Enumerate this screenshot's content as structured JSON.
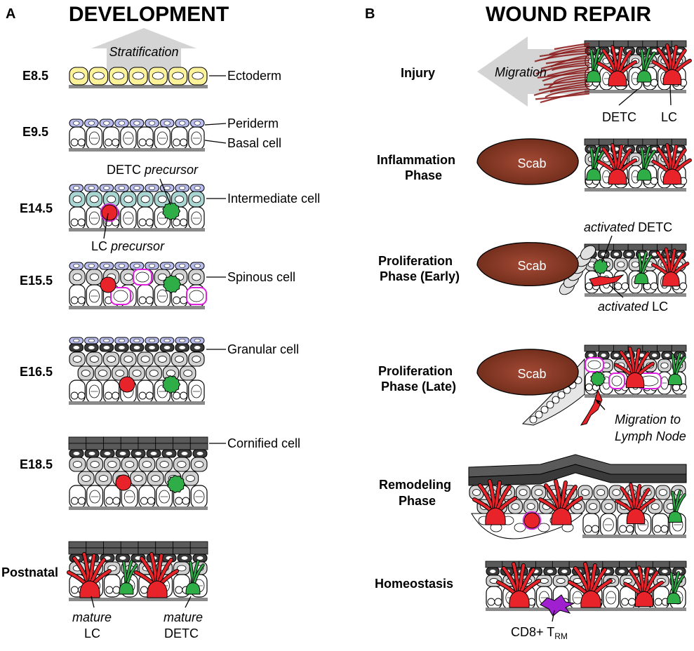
{
  "panel_a": {
    "letter": "A",
    "title": "DEVELOPMENT",
    "arrow_label": "Stratification",
    "stages": [
      "E8.5",
      "E9.5",
      "E14.5",
      "E15.5",
      "E16.5",
      "E18.5",
      "Postnatal"
    ],
    "labels": {
      "ectoderm": "Ectoderm",
      "periderm": "Periderm",
      "basal": "Basal cell",
      "detc_word": "DETC",
      "detc_precursor": "precursor",
      "intermediate": "Intermediate cell",
      "lc_word": "LC",
      "lc_precursor": "precursor",
      "spinous": "Spinous cell",
      "granular": "Granular cell",
      "cornified": "Cornified cell",
      "mature": "mature",
      "mature_lc": "LC",
      "mature_detc": "DETC"
    }
  },
  "panel_b": {
    "letter": "B",
    "title": "WOUND REPAIR",
    "arrow_label": "Migration",
    "stages": {
      "injury": "Injury",
      "inflammation_1": "Inflammation",
      "inflammation_2": "Phase",
      "prolif_early_1": "Proliferation",
      "prolif_early_2": "Phase (Early)",
      "prolif_late_1": "Proliferation",
      "prolif_late_2": "Phase (Late)",
      "remodeling_1": "Remodeling",
      "remodeling_2": "Phase",
      "homeostasis": "Homeostasis"
    },
    "scab": "Scab",
    "labels": {
      "detc": "DETC",
      "lc": "LC",
      "activated": "activated",
      "activated_detc": "DETC",
      "activated_lc": "LC",
      "migration_to": "Migration to",
      "lymph_node": "Lymph Node",
      "cd8": "CD8+ T",
      "rm": "RM"
    }
  },
  "colors": {
    "ectoderm": "#fbf29a",
    "periderm": "#b9bdf0",
    "intermediate": "#a9d6d2",
    "basal": "#ffffff",
    "spinous": "#d2d2d2",
    "granular": "#3a3a3a",
    "cornified": "#5a5a5a",
    "lc": "#e8242a",
    "detc": "#2fae48",
    "dividing": "#e020e0",
    "scab": "#7a3320",
    "arrow": "#d4d4d4",
    "cd8": "#a020d0"
  }
}
